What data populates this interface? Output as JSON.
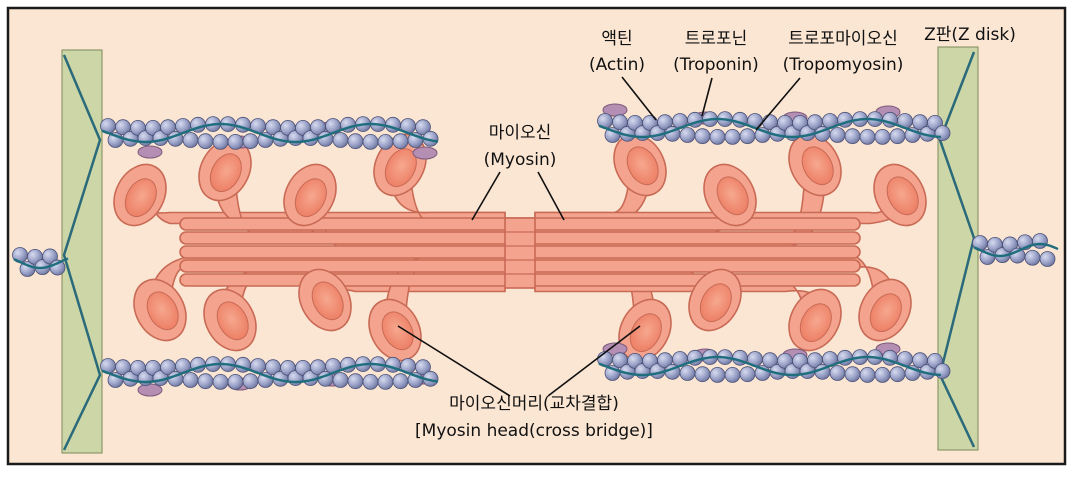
{
  "labels": {
    "actin_ko": "액틴",
    "actin_en": "(Actin)",
    "troponin_ko": "트로포닌",
    "troponin_en": "(Troponin)",
    "tropomyosin_ko": "트로포마이오신",
    "tropomyosin_en": "(Tropomyosin)",
    "zdisk": "Z판(Z disk)",
    "myosin_ko": "마이오신",
    "myosin_en": "(Myosin)",
    "head_ko": "마이오신머리(교차결합)",
    "head_en": "[Myosin head(cross bridge)]"
  },
  "colors": {
    "background": "#fbe6d3",
    "frame": "#1a1a1a",
    "zdisk_fill": "#ccd6a6",
    "zdisk_line": "#2a6a7a",
    "actin_bead": "#9aa2c8",
    "actin_bead_edge": "#4b5278",
    "tropomyosin": "#1f6e7e",
    "troponin": "#b58fb3",
    "myosin_fill": "#f4a48e",
    "myosin_edge": "#c86a55",
    "myosin_head_inner": "#ee8468"
  }
}
